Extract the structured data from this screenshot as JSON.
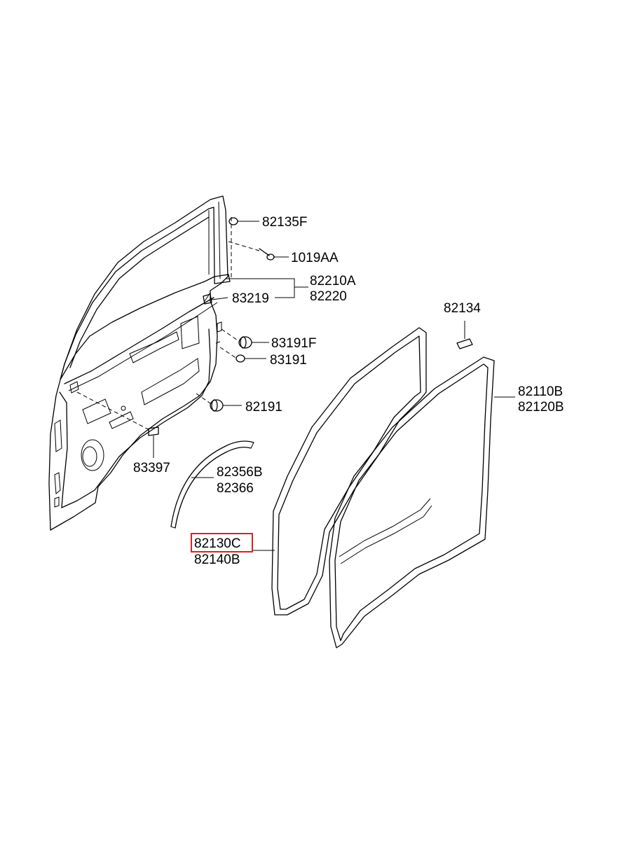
{
  "parts": {
    "p1": "82135F",
    "p2": "1019AA",
    "p3a": "82210A",
    "p3b": "82220",
    "p4": "83219",
    "p5": "83191F",
    "p6": "83191",
    "p7": "82191",
    "p8": "83397",
    "p9a": "82356B",
    "p9b": "82366",
    "p10a": "82130C",
    "p10b": "82140B",
    "p11a": "82110B",
    "p11b": "82120B",
    "p12": "82134"
  },
  "highlighted_part": "82130C",
  "colors": {
    "highlight": "#e0201c",
    "line": "#000000",
    "background": "#ffffff"
  }
}
